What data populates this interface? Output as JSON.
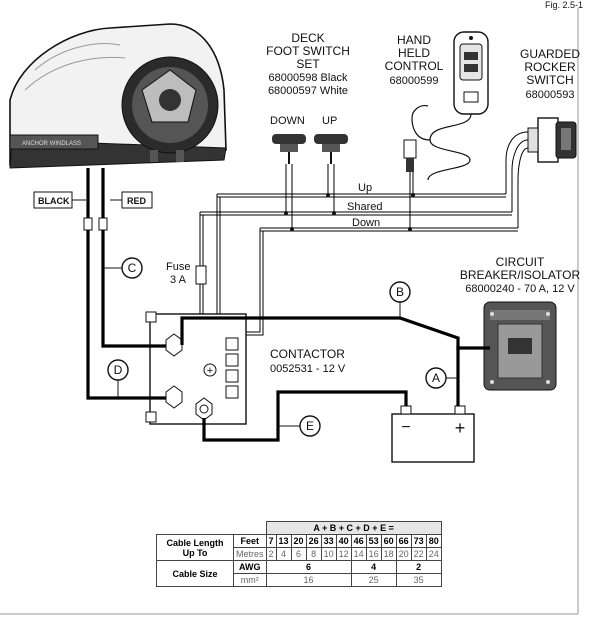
{
  "figure_id": "Fig. 2.5-1",
  "deck_switch": {
    "title_lines": [
      "DECK",
      "FOOT SWITCH",
      "SET"
    ],
    "codes": [
      "68000598 Black",
      "68000597 White"
    ],
    "down": "DOWN",
    "up": "UP"
  },
  "hand_control": {
    "title_lines": [
      "HAND",
      "HELD",
      "CONTROL"
    ],
    "code": "68000599"
  },
  "rocker": {
    "title_lines": [
      "GUARDED",
      "ROCKER",
      "SWITCH"
    ],
    "code": "68000593"
  },
  "wire_labels": {
    "up": "Up",
    "shared": "Shared",
    "down": "Down"
  },
  "black_label": "BLACK",
  "red_label": "RED",
  "fuse": {
    "line1": "Fuse",
    "line2": "3 A"
  },
  "breaker": {
    "title_lines": [
      "CIRCUIT",
      "BREAKER/ISOLATOR"
    ],
    "code": "68000240 - 70 A, 12 V"
  },
  "contactor": {
    "title": "CONTACTOR",
    "code": "0052531 - 12 V"
  },
  "cable_letters": [
    "A",
    "B",
    "C",
    "D",
    "E"
  ],
  "battery": {
    "neg": "−",
    "pos": "+"
  },
  "table": {
    "header": "A + B + C + D + E =",
    "row_length_label": "Cable Length",
    "row_length_label2": "Up To",
    "feet_label": "Feet",
    "feet": [
      "7",
      "13",
      "20",
      "26",
      "33",
      "40",
      "46",
      "53",
      "60",
      "66",
      "73",
      "80"
    ],
    "metres_label": "Metres",
    "metres": [
      "2",
      "4",
      "6",
      "8",
      "10",
      "12",
      "14",
      "16",
      "18",
      "20",
      "22",
      "24"
    ],
    "size_label": "Cable Size",
    "awg_label": "AWG",
    "awg": [
      "6",
      "4",
      "2"
    ],
    "mm_label": "mm²",
    "mm": [
      "16",
      "25",
      "35"
    ]
  }
}
